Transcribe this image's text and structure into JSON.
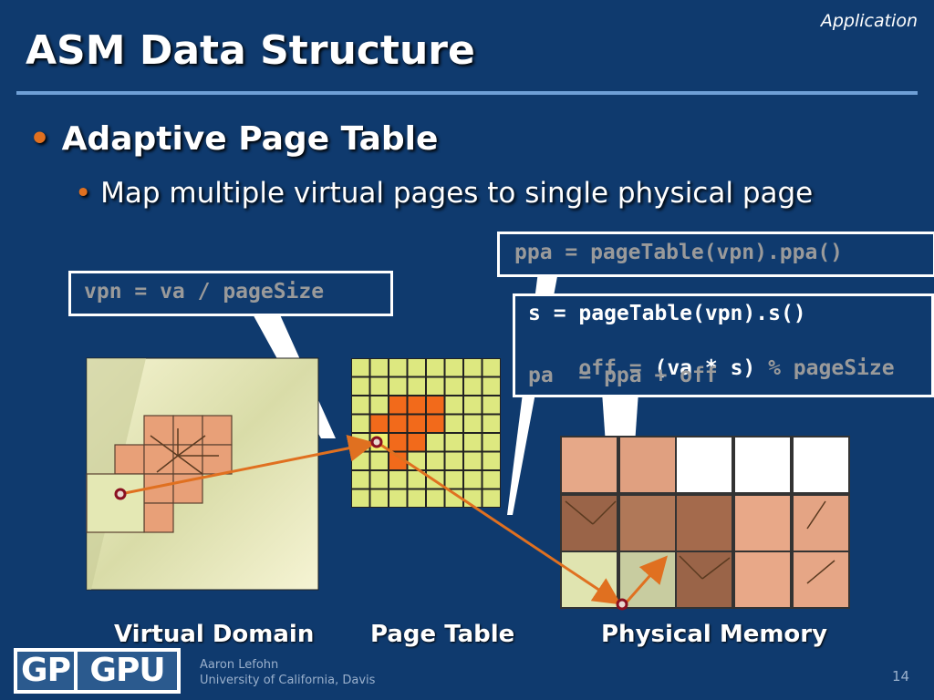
{
  "header": {
    "section": "Application",
    "title": "ASM Data Structure"
  },
  "bullets": {
    "level1": "Adaptive Page Table",
    "level2": "Map multiple virtual pages to single physical page"
  },
  "callouts": {
    "vpn": "vpn = va / pageSize",
    "ppa": "ppa = pageTable(vpn).ppa()",
    "s_line": "s = pageTable(vpn).s()",
    "off_a": "off = ",
    "off_b": "(va * s)",
    "off_c": " % pageSize",
    "pa_line": "pa  = ppa + off"
  },
  "labels": {
    "virtual_domain": "Virtual Domain",
    "page_table": "Page Table",
    "physical_memory": "Physical Memory"
  },
  "footer": {
    "logo_a": "GP",
    "logo_b": "GPU",
    "author": "Aaron Lefohn",
    "affiliation": "University of California, Davis",
    "page_number": "14"
  },
  "colors": {
    "background": "#0f3a6e",
    "arrow": "#e07020",
    "table_cell": "#dde880",
    "table_highlight": "#f26a1b",
    "callout_dim_text": "#9a9a9a"
  }
}
